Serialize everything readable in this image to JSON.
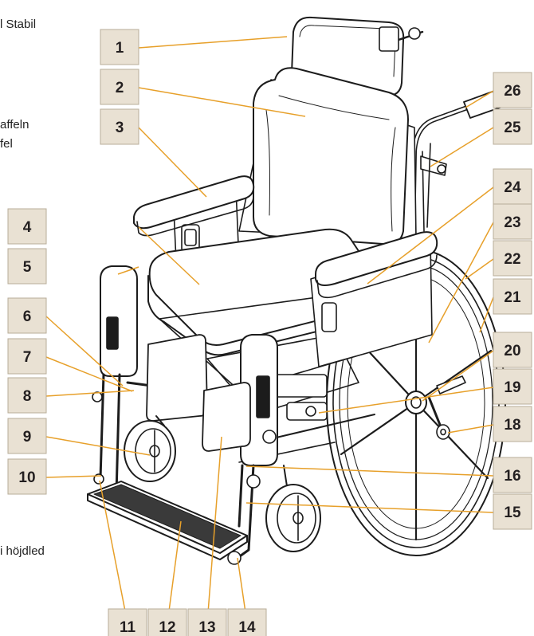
{
  "side_text": {
    "line1": "l Stabil",
    "line2": "affeln",
    "line3": "fel",
    "line4": "i höjdled"
  },
  "colors": {
    "label_fill": "#e9e1d3",
    "label_border": "#b8ad99",
    "leader": "#e7a02a",
    "drawing": "#1c1c1c"
  },
  "callouts": [
    "1",
    "2",
    "3",
    "4",
    "5",
    "6",
    "7",
    "8",
    "9",
    "10",
    "11",
    "12",
    "13",
    "14",
    "15",
    "16",
    "18",
    "19",
    "20",
    "21",
    "22",
    "23",
    "24",
    "25",
    "26"
  ]
}
